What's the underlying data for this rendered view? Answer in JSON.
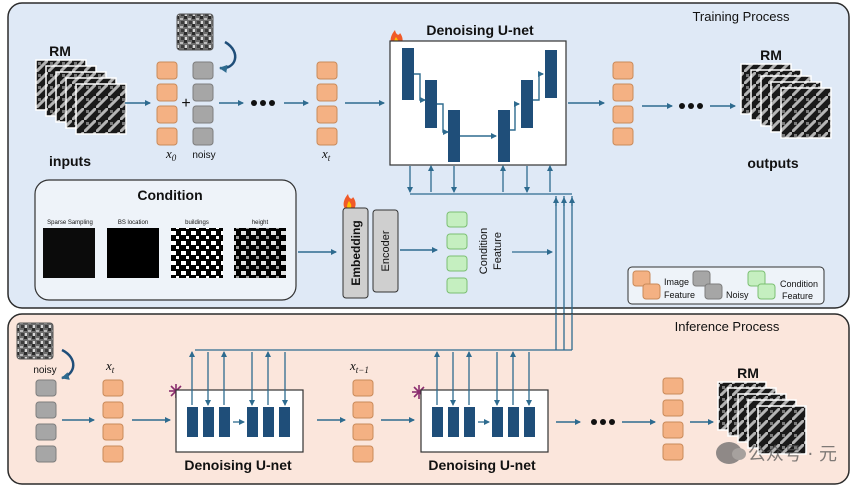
{
  "training": {
    "title": "Training Process",
    "rm_input_label": "RM",
    "inputs_label": "inputs",
    "x0_label": "x",
    "x0_sub": "0",
    "noisy_label": "noisy",
    "xt_label": "x",
    "xt_sub": "t",
    "unet_title": "Denoising U-net",
    "rm_output_label": "RM",
    "outputs_label": "outputs"
  },
  "condition": {
    "title": "Condition",
    "images": [
      "Sparse Sampling",
      "BS location",
      "buildings",
      "height"
    ],
    "embedding_label": "Embedding",
    "encoder_label": "Encoder",
    "feature_label_1": "Condition",
    "feature_label_2": "Feature"
  },
  "legend": {
    "image_feature_1": "Image",
    "image_feature_2": "Feature",
    "noisy": "Noisy",
    "condition_feature_1": "Condition",
    "condition_feature_2": "Feature"
  },
  "inference": {
    "title": "Inference Process",
    "noisy_label": "noisy",
    "xt_label": "x",
    "xt_sub": "t",
    "xt1_label": "x",
    "xt1_sub": "t−1",
    "unet_title_1": "Denoising U-net",
    "unet_title_2": "Denoising U-net",
    "rm_label": "RM"
  },
  "watermark": "公众号 · 元",
  "colors": {
    "training_bg": "#dfe9f6",
    "inference_bg": "#fbe6dc",
    "orange": "#f4b183",
    "gray": "#a6a6a6",
    "green": "#c5efc0",
    "unet_block": "#1f4e79",
    "arrow": "#2e6b8f"
  }
}
